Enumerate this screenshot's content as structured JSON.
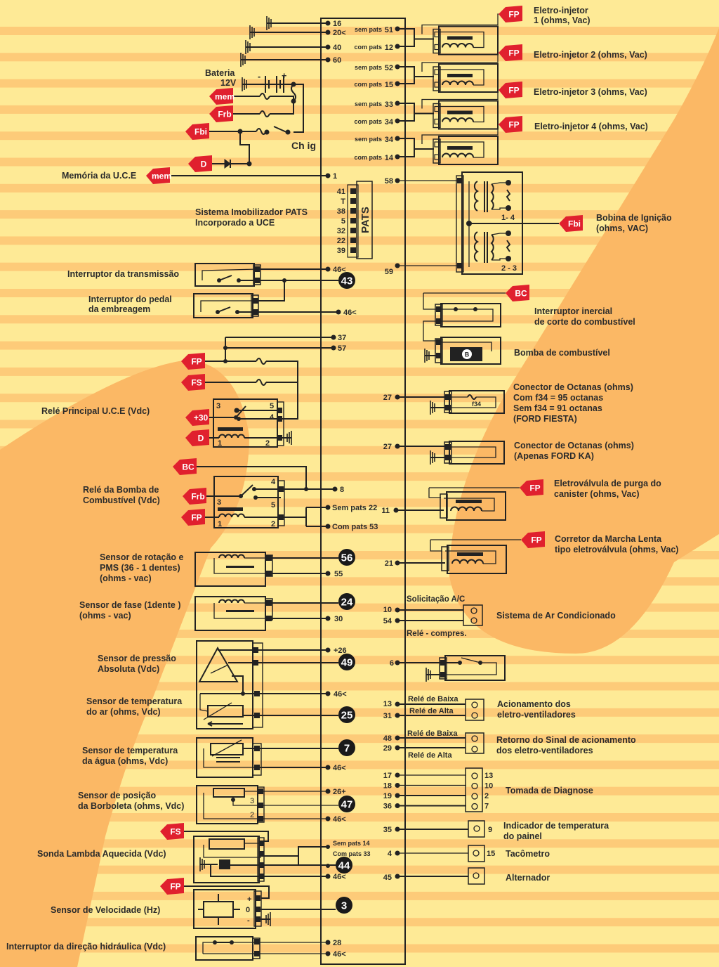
{
  "colors": {
    "background_light": "#FEEA96",
    "background_stripe": "#FDCB79",
    "blob": "#FBB865",
    "tag_red": "#E0202E",
    "wire": "#222222"
  },
  "ecu": {
    "left_pins": [
      {
        "id": "16",
        "label": "16"
      },
      {
        "id": "20",
        "label": "20<"
      },
      {
        "id": "40",
        "label": "40"
      },
      {
        "id": "60",
        "label": "60"
      },
      {
        "id": "1",
        "label": "1"
      },
      {
        "id": "46a",
        "label": "46<"
      },
      {
        "id": "46b",
        "label": "46<"
      },
      {
        "id": "37",
        "label": "37"
      },
      {
        "id": "57",
        "label": "57"
      },
      {
        "id": "8",
        "label": "8"
      },
      {
        "id": "sp22",
        "label": "Sem pats 22"
      },
      {
        "id": "cp53",
        "label": "Com pats 53"
      },
      {
        "id": "55",
        "label": "55"
      },
      {
        "id": "30",
        "label": "30"
      },
      {
        "id": "26",
        "label": "+26"
      },
      {
        "id": "46c",
        "label": "46<"
      },
      {
        "id": "46d",
        "label": "46<"
      },
      {
        "id": "26p",
        "label": "26+"
      },
      {
        "id": "46e",
        "label": "46<"
      },
      {
        "id": "sp14",
        "label": "Sem pats 14"
      },
      {
        "id": "cp33",
        "label": "Com pats 33"
      },
      {
        "id": "46f",
        "label": "46<"
      },
      {
        "id": "28",
        "label": "28"
      },
      {
        "id": "46g",
        "label": "46<"
      }
    ],
    "circled_pins": [
      "43",
      "56",
      "24",
      "49",
      "25",
      "7",
      "47",
      "44",
      "3"
    ],
    "injector_pins": [
      {
        "sem": "sem pats",
        "sem_pin": "51",
        "com": "com pats",
        "com_pin": "12"
      },
      {
        "sem": "sem pats",
        "sem_pin": "52",
        "com": "com pats",
        "com_pin": "15"
      },
      {
        "sem": "sem pats",
        "sem_pin": "33",
        "com": "com pats",
        "com_pin": "34"
      },
      {
        "sem": "sem pats",
        "sem_pin": "34",
        "com": "com pats",
        "com_pin": "14"
      }
    ],
    "right_pins": {
      "coil_a": "58",
      "coil_b": "59",
      "octane_1": "27",
      "octane_2": "27",
      "canister": "11",
      "idle": "21",
      "ac_1": "10",
      "ac_2": "54",
      "ac_relay": "6",
      "fan_1": "13",
      "fan_2": "31",
      "ret_1": "48",
      "ret_2": "29",
      "diag": [
        "17",
        "18",
        "19",
        "36"
      ],
      "temp": "35",
      "tach": "4",
      "alt": "45"
    }
  },
  "pats": {
    "label": "PATS",
    "pins": [
      "41",
      "T",
      "38",
      "5",
      "32",
      "22",
      "39"
    ],
    "description": [
      "Sistema Imobilizador PATS",
      "Incorporado a UCE"
    ]
  },
  "battery": {
    "label": "Bateria",
    "voltage": "12V",
    "minus": "-",
    "plus": "+",
    "switch_label": "Ch ig"
  },
  "tags": {
    "fp": "FP",
    "fs": "FS",
    "mem": "mem",
    "frb": "Frb",
    "fbi": "Fbi",
    "d": "D",
    "bc": "BC",
    "p30": "+30"
  },
  "components_left": {
    "memoria": "Memória da U.C.E",
    "transmissao": "Interruptor da transmissão",
    "embreagem": [
      "Interruptor do pedal",
      "da embreagem"
    ],
    "rele_principal": "Relé Principal U.C.E (Vdc)",
    "rele_bomba": [
      "Relé da Bomba de",
      "Combustível (Vdc)"
    ],
    "rotacao": [
      "Sensor de rotação e",
      "PMS (36 - 1 dentes)",
      "(ohms - vac)"
    ],
    "fase": [
      "Sensor de fase (1dente )",
      "(ohms - vac)"
    ],
    "pressao": [
      "Sensor de pressão",
      "Absoluta (Vdc)"
    ],
    "temp_ar": [
      "Sensor de temperatura",
      "do ar (ohms, Vdc)"
    ],
    "temp_agua": [
      "Sensor de temperatura",
      "da água (ohms, Vdc)"
    ],
    "borboleta": [
      "Sensor de posição",
      "da Borboleta (ohms, Vdc)"
    ],
    "lambda": "Sonda Lambda Aquecida (Vdc)",
    "velocidade": "Sensor de Velocidade (Hz)",
    "direcao": "Interruptor da direção hidráulica (Vdc)"
  },
  "relay_pins": {
    "r3": "3",
    "r5": "5",
    "r4": "4",
    "r1": "1",
    "r2": "2"
  },
  "tps_pins": {
    "p3": "3",
    "p2": "2"
  },
  "speed_pins": {
    "plus": "+",
    "zero": "0",
    "minus": "-"
  },
  "components_right": {
    "inj1": [
      "Eletro-injetor",
      "1 (ohms, Vac)"
    ],
    "inj2": "Eletro-injetor 2 (ohms, Vac)",
    "inj3": "Eletro-injetor 3 (ohms, Vac)",
    "inj4": "Eletro-injetor 4 (ohms, Vac)",
    "bobina": [
      "Bobina de Ignição",
      "(ohms, VAC)"
    ],
    "coil_pairs": [
      "1- 4",
      "2 - 3"
    ],
    "inercial": [
      "Interruptor inercial",
      "de corte do combustível"
    ],
    "bomba": "Bomba de combustível",
    "bomba_symbol": "B",
    "octanas_fiesta": [
      "Conector de Octanas (ohms)",
      "Com f34 = 95 octanas",
      "Sem f34 = 91 octanas",
      "(FORD FIESTA)"
    ],
    "fuse_f34": "f34",
    "octanas_ka": [
      "Conector de Octanas (ohms)",
      "(Apenas FORD KA)"
    ],
    "canister": [
      "Eletroválvula de purga do",
      "canister (ohms, Vac)"
    ],
    "marcha_lenta": [
      "Corretor da Marcha Lenta",
      "tipo eletroválvula (ohms, Vac)"
    ],
    "ac_request": "Solicitação A/C",
    "ac_system": "Sistema de Ar Condicionado",
    "ac_relay": "Relé - compres.",
    "rele_baixa": "Relé de Baixa",
    "rele_alta": "Relé de Alta",
    "ventiladores": [
      "Acionamento dos",
      "eletro-ventiladores"
    ],
    "retorno": [
      "Retorno do Sinal de acionamento",
      "dos eletro-ventiladores"
    ],
    "diagnose": "Tomada de Diagnose",
    "diag_pins": [
      "13",
      "10",
      "2",
      "7"
    ],
    "temp_painel": [
      "Indicador de temperatura",
      "do painel"
    ],
    "temp_pin": "9",
    "tacometro": "Tacômetro",
    "tach_pin": "15",
    "alternador": "Alternador"
  }
}
